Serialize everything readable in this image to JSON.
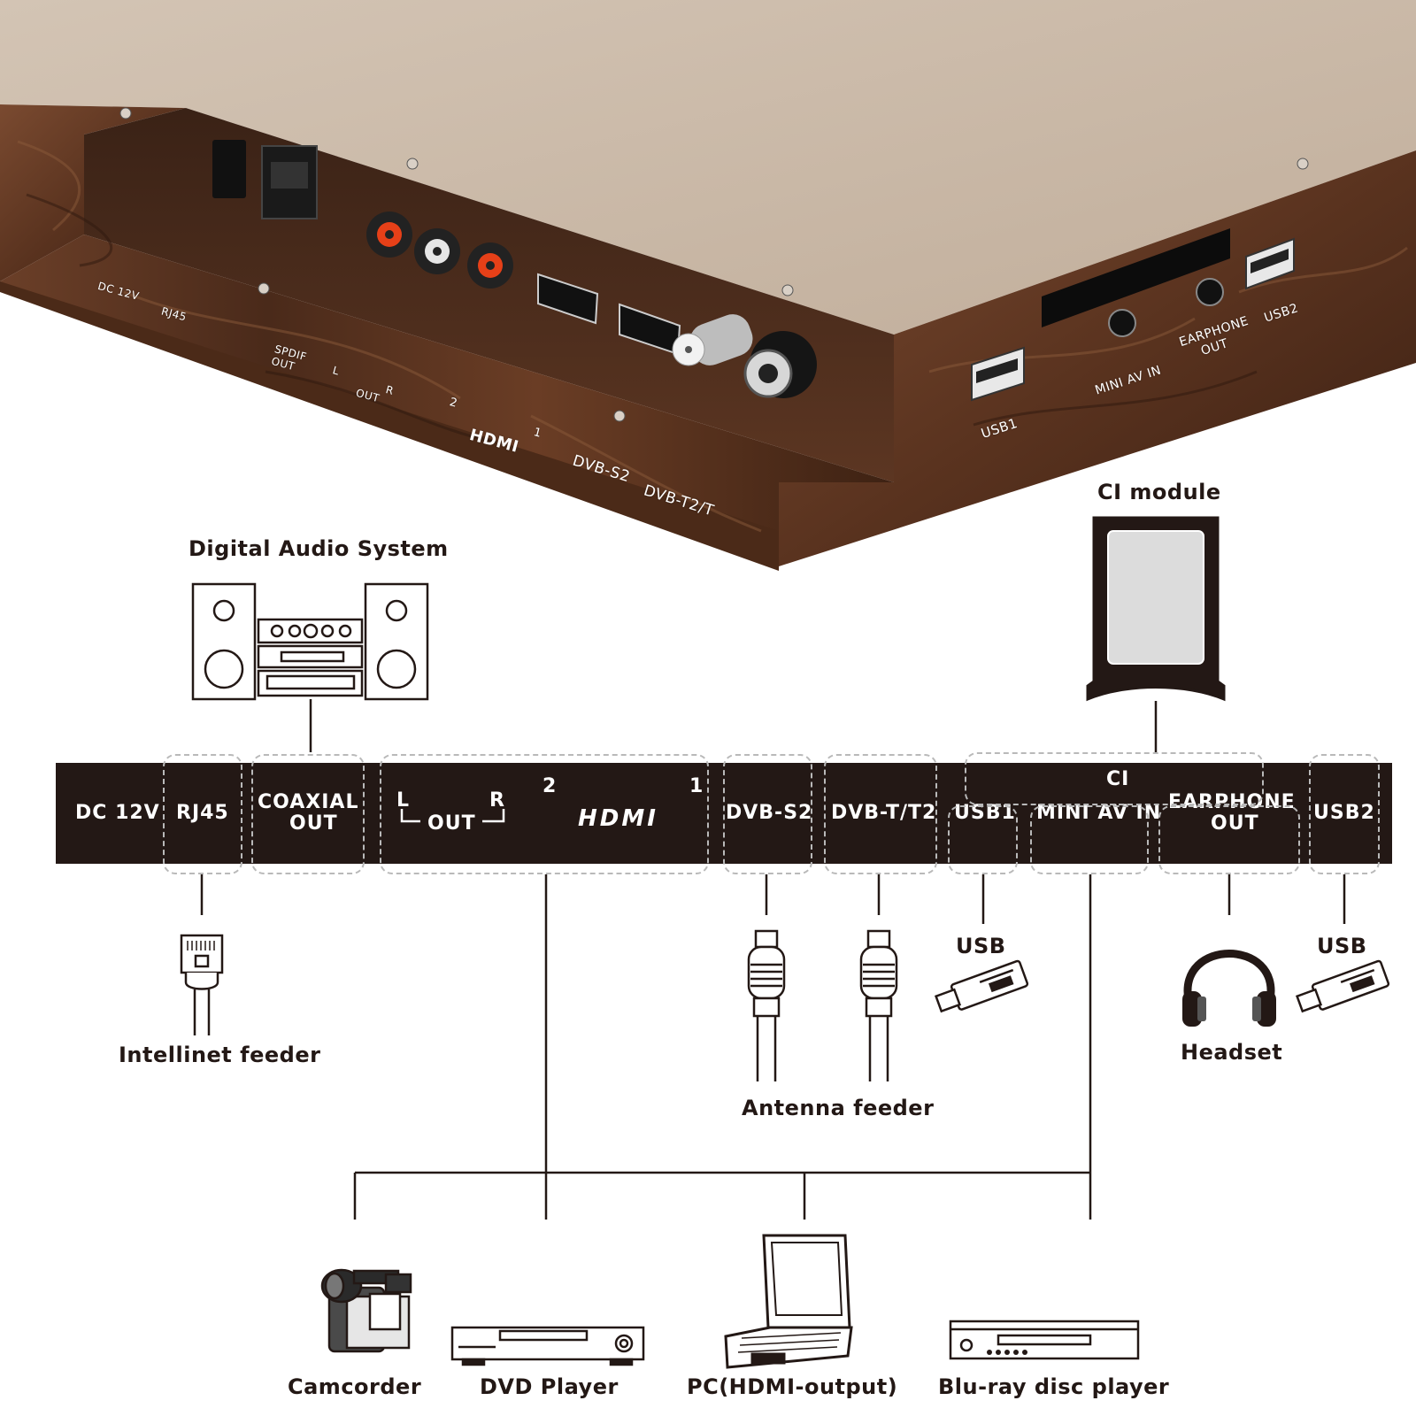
{
  "photo": {
    "silkscreen": {
      "dc12v": "DC 12V",
      "rj45": "RJ45",
      "spdif_out": "SPDIF OUT",
      "audio_l": "L",
      "audio_out": "OUT",
      "audio_r": "R",
      "hdmi_2": "2",
      "hdmi": "HDMI",
      "hdmi_1": "1",
      "dvb_s2": "DVB-S2",
      "dvb_t2t": "DVB-T2/T",
      "usb1": "USB1",
      "mini_av_in": "MINI AV IN",
      "earphone_out": "EARPHONE OUT",
      "usb2": "USB2"
    }
  },
  "ports": {
    "dc12v": "DC 12V",
    "rj45": "RJ45",
    "coaxial": "COAXIAL",
    "coaxial_out": "OUT",
    "audio_l": "L",
    "audio_out": "OUT",
    "audio_r": "R",
    "hdmi_2": "2",
    "hdmi_1": "1",
    "hdmi_logo": "HDMI",
    "dvb_s2": "DVB-S2",
    "dvb_t2": "DVB-T/T2",
    "ci": "CI",
    "usb1": "USB1",
    "mini_av_in": "MINI AV IN",
    "earphone": "EARPHONE",
    "earphone_out": "OUT",
    "usb2": "USB2"
  },
  "devices": {
    "digital_audio": "Digital Audio System",
    "ci_module": "CI module",
    "intellinet": "Intellinet feeder",
    "antenna": "Antenna feeder",
    "usb_left": "USB",
    "usb_right": "USB",
    "headset": "Headset",
    "camcorder": "Camcorder",
    "dvd": "DVD Player",
    "pc": "PC(HDMI-output)",
    "bluray": "Blu-ray disc player"
  },
  "colors": {
    "bar": "#231815",
    "wood": "#5a3420",
    "panel_top": "#c9b8a6",
    "line": "#231815",
    "dash": "#b9b9b9"
  }
}
